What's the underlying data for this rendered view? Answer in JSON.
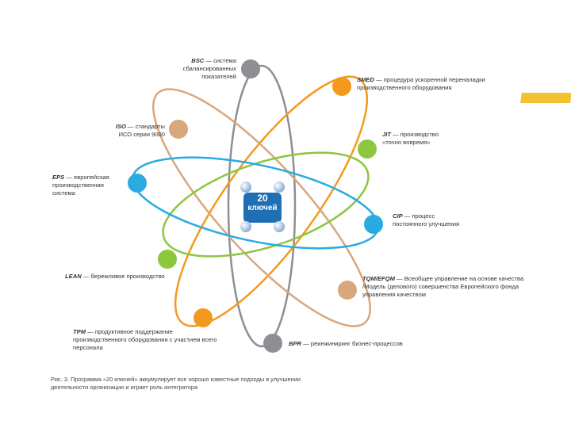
{
  "center": {
    "line1": "20",
    "line2": "ключей"
  },
  "labels": {
    "bsc": {
      "abbr": "BSC",
      "text": " — система сбалансированных показателей"
    },
    "smed": {
      "abbr": "SMED",
      "text": " — процедура ускоренной переналадки производственного оборудования"
    },
    "iso": {
      "abbr": "ISO",
      "text": " — стандарты ИСО серии 9000"
    },
    "jit": {
      "abbr": "JIT",
      "text": " — производство «точно вовремя»"
    },
    "eps": {
      "abbr": "EPS",
      "text": " — европейская производственная система"
    },
    "cip": {
      "abbr": "CIP",
      "text": " — процесс постоянного улучшения"
    },
    "lean": {
      "abbr": "LEAN",
      "text": " — бережливое производство"
    },
    "tqm": {
      "abbr": "TQM/EFQM",
      "text": " — Всеобщее управление на основе качества /Модель (делового) совершенства Европейского фонда управления качеством"
    },
    "tpm": {
      "abbr": "TPM",
      "text": " — продуктивное поддержание производственного оборудования с участием всего персонала"
    },
    "bpr": {
      "abbr": "BPR",
      "text": " — реинжиниринг бизнес-процессов"
    }
  },
  "caption": "Рис. 3. Программа «20 ключей» аккумулирует все хорошо известные подходы в улучшении деятельности организации и играет роль интегратора",
  "colors": {
    "gray": "#8e8f93",
    "orange": "#f39a1e",
    "tan": "#d9a77c",
    "green": "#8dc63f",
    "blue": "#29abe2",
    "center": "#1f6fb5",
    "marker": "#f2c230"
  }
}
